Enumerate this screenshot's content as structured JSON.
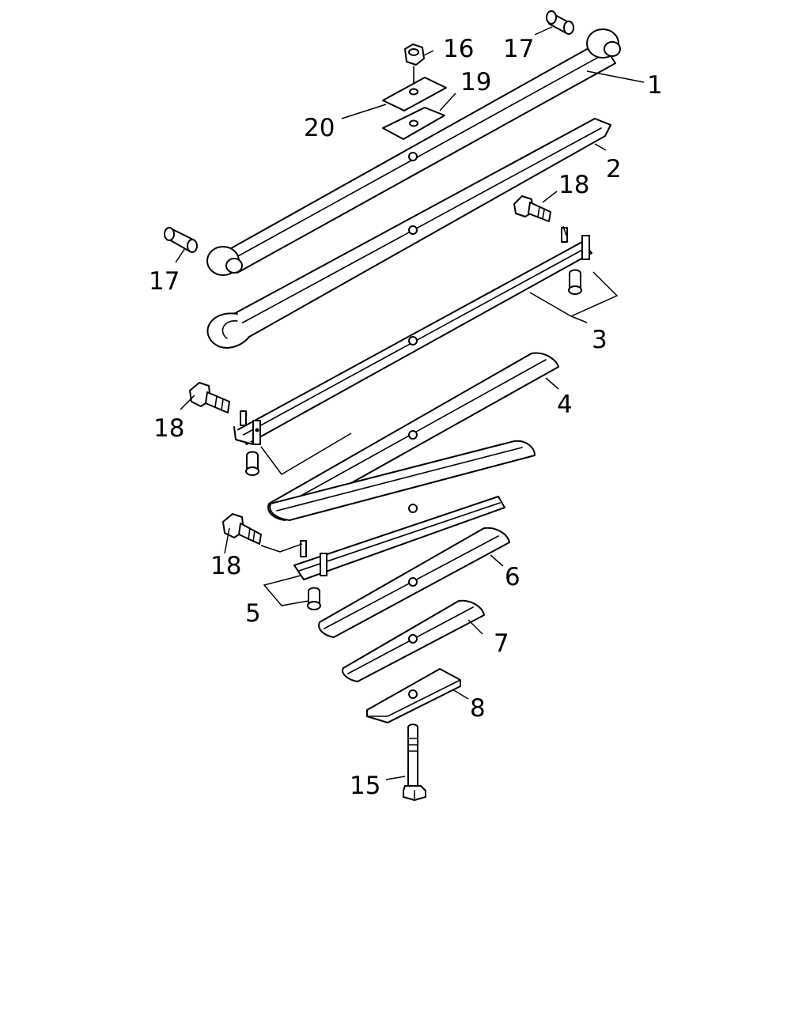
{
  "diagram": {
    "callouts": [
      {
        "id": "c1",
        "label": "1"
      },
      {
        "id": "c2",
        "label": "2"
      },
      {
        "id": "c3",
        "label": "3"
      },
      {
        "id": "c4",
        "label": "4"
      },
      {
        "id": "c5",
        "label": "5"
      },
      {
        "id": "c6",
        "label": "6"
      },
      {
        "id": "c7",
        "label": "7"
      },
      {
        "id": "c8",
        "label": "8"
      },
      {
        "id": "c15",
        "label": "15"
      },
      {
        "id": "c16",
        "label": "16"
      },
      {
        "id": "c17a",
        "label": "17"
      },
      {
        "id": "c17b",
        "label": "17"
      },
      {
        "id": "c18a",
        "label": "18"
      },
      {
        "id": "c18b",
        "label": "18"
      },
      {
        "id": "c18c",
        "label": "18"
      },
      {
        "id": "c19",
        "label": "19"
      },
      {
        "id": "c20",
        "label": "20"
      }
    ]
  },
  "colors": {
    "line": "#000000",
    "background": "#ffffff"
  }
}
